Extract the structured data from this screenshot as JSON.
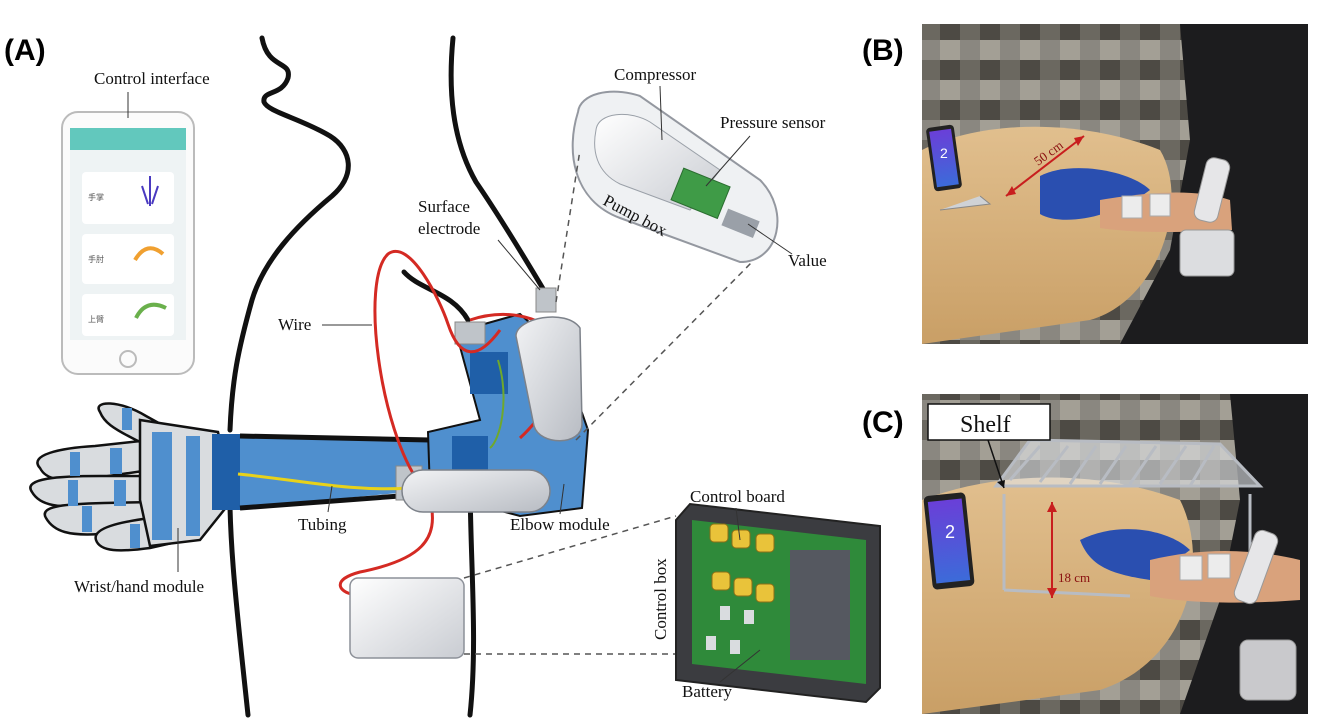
{
  "panels": {
    "a": "(A)",
    "b": "(B)",
    "c": "(C)"
  },
  "labels": {
    "control_interface": "Control interface",
    "compressor": "Compressor",
    "pressure_sensor": "Pressure sensor",
    "surface_electrode_1": "Surface",
    "surface_electrode_2": "electrode",
    "pump_box": "Pump box",
    "value": "Value",
    "wire": "Wire",
    "tubing": "Tubing",
    "elbow_module": "Elbow module",
    "wrist_hand_module": "Wrist/hand module",
    "control_board": "Control board",
    "control_box": "Control box",
    "battery": "Battery"
  },
  "phone": {
    "item1": "手掌",
    "item2": "手肘",
    "item3": "上臂"
  },
  "photo_b": {
    "distance": "50 cm",
    "screen_number": "2"
  },
  "photo_c": {
    "shelf": "Shelf",
    "height": "18 cm",
    "screen_number": "2"
  },
  "colors": {
    "module_blue": "#4f8fce",
    "dark_blue": "#1f5fa8",
    "wire_red": "#d42a23",
    "tubing_yellow": "#e8d21a",
    "photo_red": "#c81e1e"
  }
}
